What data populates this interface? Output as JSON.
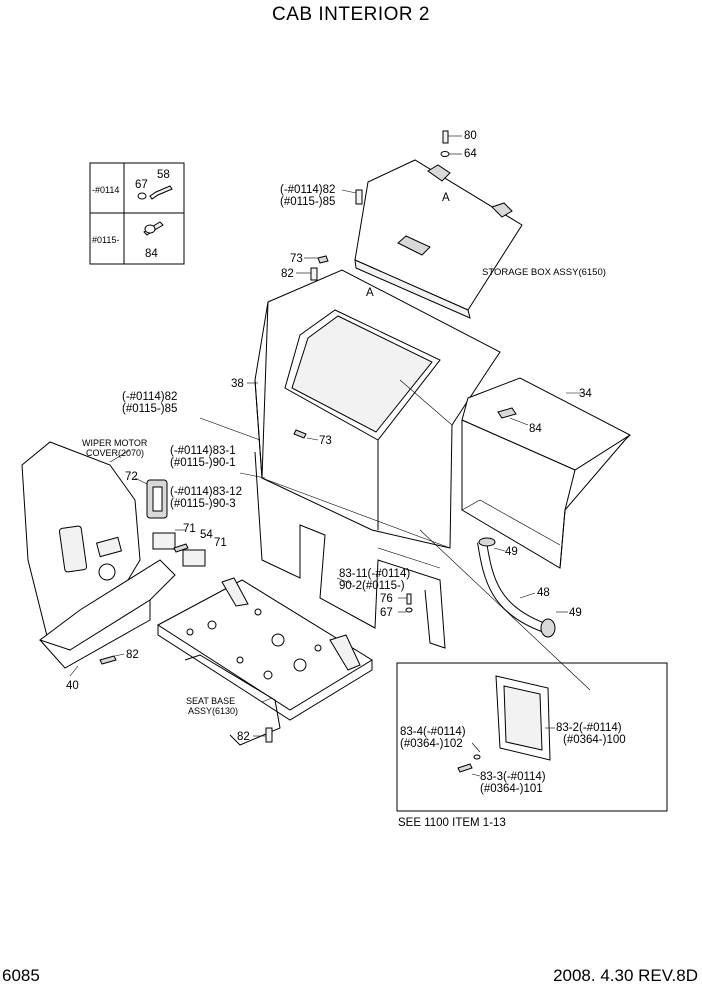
{
  "title": "CAB INTERIOR 2",
  "footer": {
    "page_number": "6085",
    "date_revision": "2008. 4.30 REV.8D"
  },
  "inset_table": {
    "row1": "-#0114",
    "row2": "#0115-"
  },
  "assembly_notes": {
    "storage_box": "STORAGE BOX ASSY(6150)",
    "wiper_cover_line1": "WIPER MOTOR",
    "wiper_cover_line2": "COVER(2070)",
    "seat_base_line1": "SEAT BASE",
    "seat_base_line2": "ASSY(6130)",
    "see_also": "SEE 1100 ITEM 1-13"
  },
  "callouts": {
    "c80": "80",
    "c64": "64",
    "c58": "58",
    "c67a": "67",
    "c84a": "84",
    "cA1": "A",
    "cA2": "A",
    "c82_top1": "(-#0114)82",
    "c82_top2": "(#0115-)85",
    "c73a": "73",
    "c82b": "82",
    "c38": "38",
    "c34": "34",
    "c82_mid1": "(-#0114)82",
    "c82_mid2": "(#0115-)85",
    "c73b": "73",
    "c84b": "84",
    "c83_1a": "(-#0114)83-1",
    "c83_1b": "(#0115-)90-1",
    "c83_12a": "(-#0114)83-12",
    "c83_12b": "(#0115-)90-3",
    "c72": "72",
    "c54": "54",
    "c71a": "71",
    "c71b": "71",
    "c49a": "49",
    "c48": "48",
    "c49b": "49",
    "c83_11a": "83-11(-#0114)",
    "c83_11b": "90-2(#0115-)",
    "c76": "76",
    "c67b": "67",
    "c82c": "82",
    "c40": "40",
    "c82d": "82",
    "c83_4a": "83-4(-#0114)",
    "c83_4b": "(#0364-)102",
    "c83_2a": "83-2(-#0114)",
    "c83_2b": "(#0364-)100",
    "c83_3a": "83-3(-#0114)",
    "c83_3b": "(#0364-)101"
  }
}
